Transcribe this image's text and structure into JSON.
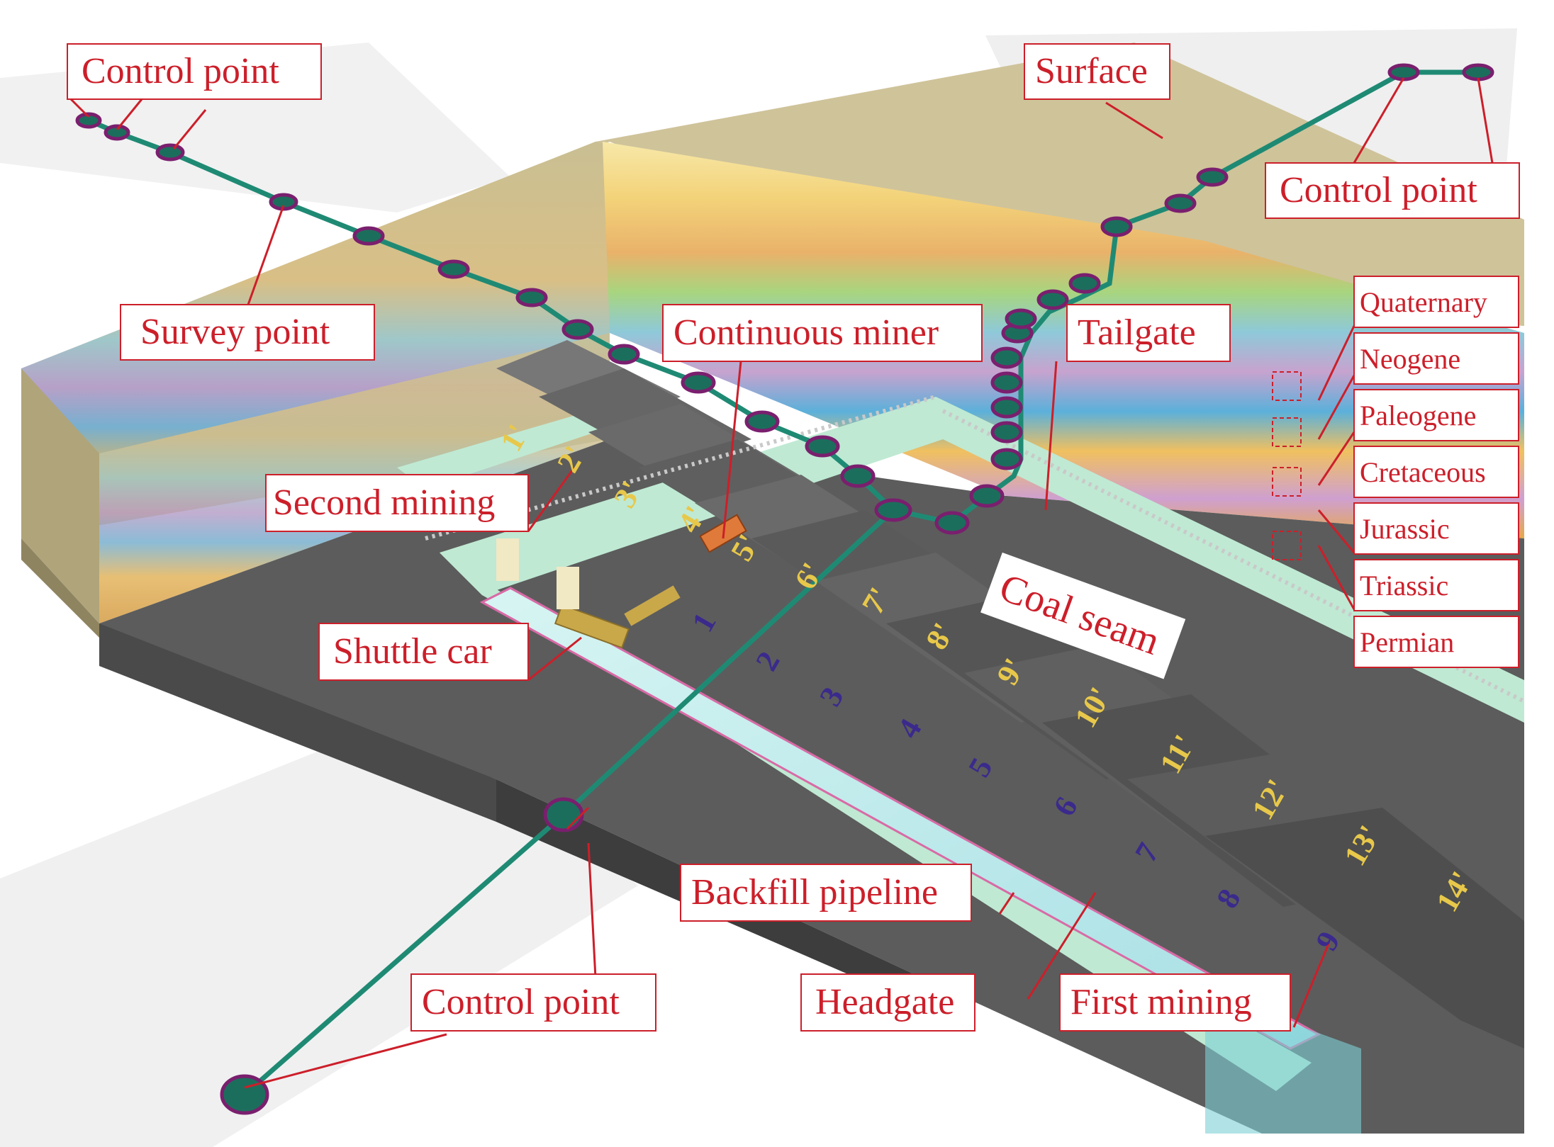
{
  "labels": {
    "control_point_top_left": "Control point",
    "surface": "Surface",
    "control_point_top_right": "Control point",
    "survey_point": "Survey point",
    "continuous_miner": "Continuous miner",
    "tailgate": "Tailgate",
    "second_mining": "Second mining",
    "coal_seam": "Coal seam",
    "shuttle_car": "Shuttle car",
    "backfill_pipeline": "Backfill pipeline",
    "headgate": "Headgate",
    "first_mining": "First mining",
    "control_point_bottom": "Control point"
  },
  "strata": [
    "Quaternary",
    "Neogene",
    "Paleogene",
    "Cretaceous",
    "Jurassic",
    "Triassic",
    "Permian"
  ],
  "first_mining_panels": [
    "1",
    "2",
    "3",
    "4",
    "5",
    "6",
    "7",
    "8",
    "9"
  ],
  "second_mining_panels": [
    "1'",
    "2'",
    "3'",
    "4'",
    "5'",
    "6'",
    "7'",
    "8'",
    "9'",
    "10'",
    "11'",
    "12'",
    "13'",
    "14'"
  ],
  "colors": {
    "label_text": "#cc1f2a",
    "label_border": "#cc1f2a",
    "survey_line": "#1f8a74",
    "survey_node_fill": "#1c6e5c",
    "survey_node_rim": "#7a1f6e",
    "first_mining_num": "#3b2a8c",
    "second_mining_num": "#e8c84a",
    "roadway": "#bfe9d3",
    "pipeline": "#c8eef0",
    "pipeline_edge": "#d96aa6",
    "coal_dark": "#4a4a4a",
    "coal_light": "#6d6d6d",
    "surface_khaki": "#cfc39a"
  }
}
